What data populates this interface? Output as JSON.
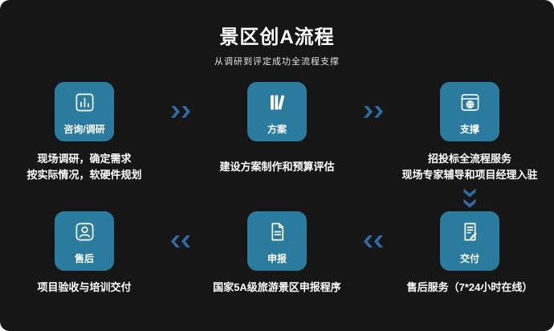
{
  "page": {
    "title": "景区创A流程",
    "subtitle": "从调研到评定成功全流程支撑"
  },
  "colors": {
    "background": "#161616",
    "card": "#2a7b9d",
    "arrow": "#2e6da6",
    "text": "#ffffff"
  },
  "steps": [
    {
      "label": "咨询/调研",
      "icon": "bar-chart-icon",
      "desc_lines": [
        "现场调研，确定需求",
        "按实际情况，软硬件规划"
      ]
    },
    {
      "label": "方案",
      "icon": "books-icon",
      "desc_lines": [
        "建设方案制作和预算评估"
      ]
    },
    {
      "label": "支撑",
      "icon": "browser-globe-icon",
      "desc_lines": [
        "招投标全流程服务",
        "现场专家辅导和项目经理入驻"
      ]
    },
    {
      "label": "交付",
      "icon": "document-pen-icon",
      "desc_lines": [
        "售后服务（7*24小时在线）"
      ]
    },
    {
      "label": "申报",
      "icon": "document-icon",
      "desc_lines": [
        "国家5A级旅游景区申报程序"
      ]
    },
    {
      "label": "售后",
      "icon": "support-agent-icon",
      "desc_lines": [
        "项目验收与培训交付"
      ]
    }
  ]
}
